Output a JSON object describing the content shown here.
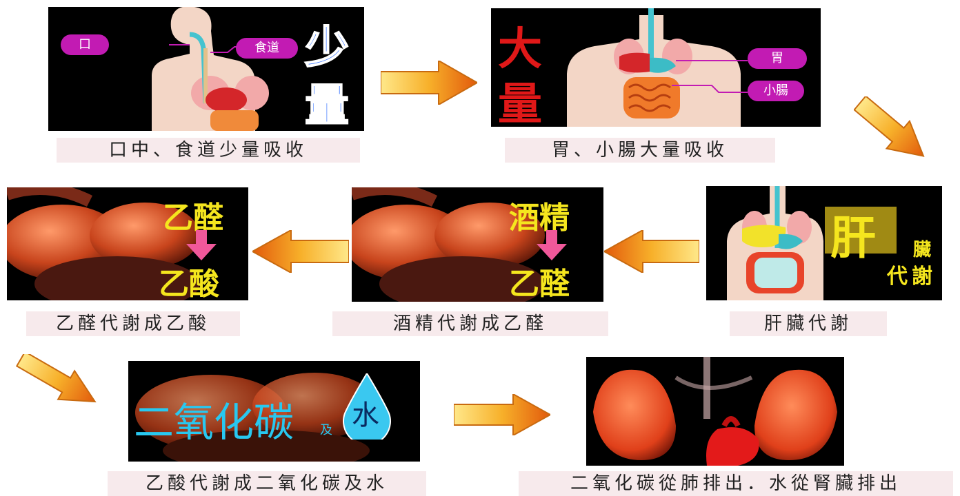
{
  "steps": [
    {
      "caption": "口中、食道少量吸收",
      "labels": {
        "mouth": "口",
        "esophagus": "食道"
      },
      "big_text": [
        "少",
        "量"
      ]
    },
    {
      "caption": "胃、小腸大量吸收",
      "labels": {
        "stomach": "胃",
        "small_intestine": "小腸"
      },
      "big_text": [
        "大",
        "量"
      ]
    },
    {
      "caption": "肝臟代謝",
      "big_text": [
        "肝"
      ],
      "small_text": [
        "臟",
        "代",
        "謝"
      ]
    },
    {
      "caption": "酒精代謝成乙醛",
      "top_text": "酒精",
      "bottom_text": "乙醛"
    },
    {
      "caption": "乙醛代謝成乙酸",
      "top_text": "乙醛",
      "bottom_text": "乙酸"
    },
    {
      "caption": "乙酸代謝成二氧化碳及水",
      "main_text": "二氧化碳",
      "and_text": "及",
      "drop_text": "水"
    },
    {
      "caption": "二氧化碳從肺排出．水從腎臟排出"
    }
  ],
  "colors": {
    "pill": "#c21bb3",
    "yellow_text": "#f5e61e",
    "blue_text": "#1e63ff",
    "red_text": "#e01818",
    "cyan_text": "#28c8f0",
    "arrow_orange": "#f08a10"
  }
}
